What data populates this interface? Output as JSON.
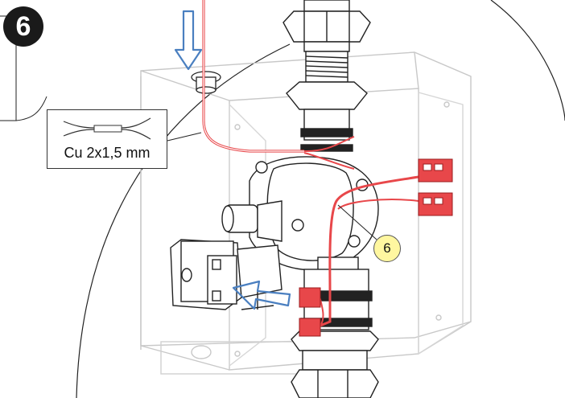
{
  "step": {
    "number": "6"
  },
  "cable_label": {
    "spec": "Cu 2x1,5 mm"
  },
  "callout": {
    "number": "6"
  },
  "colors": {
    "wire": "#e8474a",
    "terminal": "#e8474a",
    "arrow": "#4a7fc0",
    "box_outline": "#c8c8c8",
    "ink": "#222222"
  }
}
